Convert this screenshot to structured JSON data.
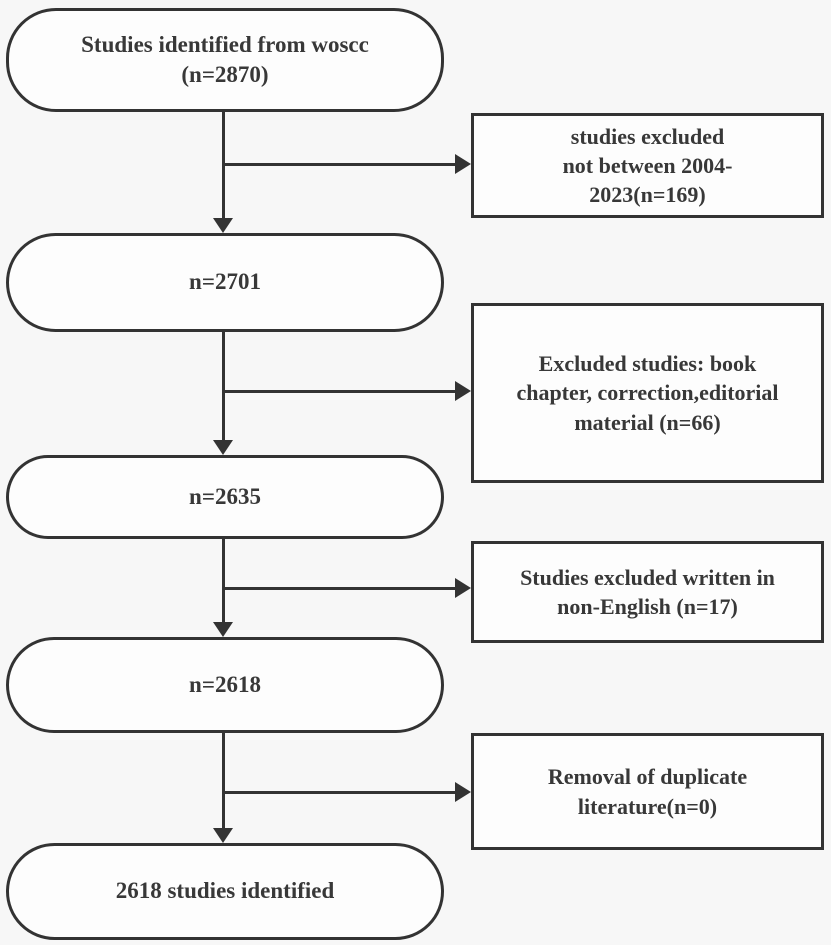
{
  "colors": {
    "line_color": "#333333",
    "text_color": "#383838",
    "box_fill": "#fdfdfd",
    "bg_color": "#f7f7f7"
  },
  "flow": {
    "main_boxes": [
      {
        "id": "studies-identified",
        "label": "Studies identified from woscc\n(n=2870)"
      },
      {
        "id": "after-year-filter",
        "label": "n=2701"
      },
      {
        "id": "after-type-filter",
        "label": "n=2635"
      },
      {
        "id": "after-language-filter",
        "label": "n=2618"
      },
      {
        "id": "final-included",
        "label": "2618 studies identified"
      }
    ],
    "exclusion_boxes": [
      {
        "id": "excluded-year-range",
        "label": "studies excluded\nnot between 2004-\n2023(n=169)"
      },
      {
        "id": "excluded-document-type",
        "label": "Excluded studies: book\nchapter, correction,editorial\nmaterial (n=66)"
      },
      {
        "id": "excluded-language",
        "label": "Studies excluded written in\nnon-English (n=17)"
      },
      {
        "id": "removed-duplicates",
        "label": "Removal of duplicate\nliterature(n=0)"
      }
    ]
  }
}
